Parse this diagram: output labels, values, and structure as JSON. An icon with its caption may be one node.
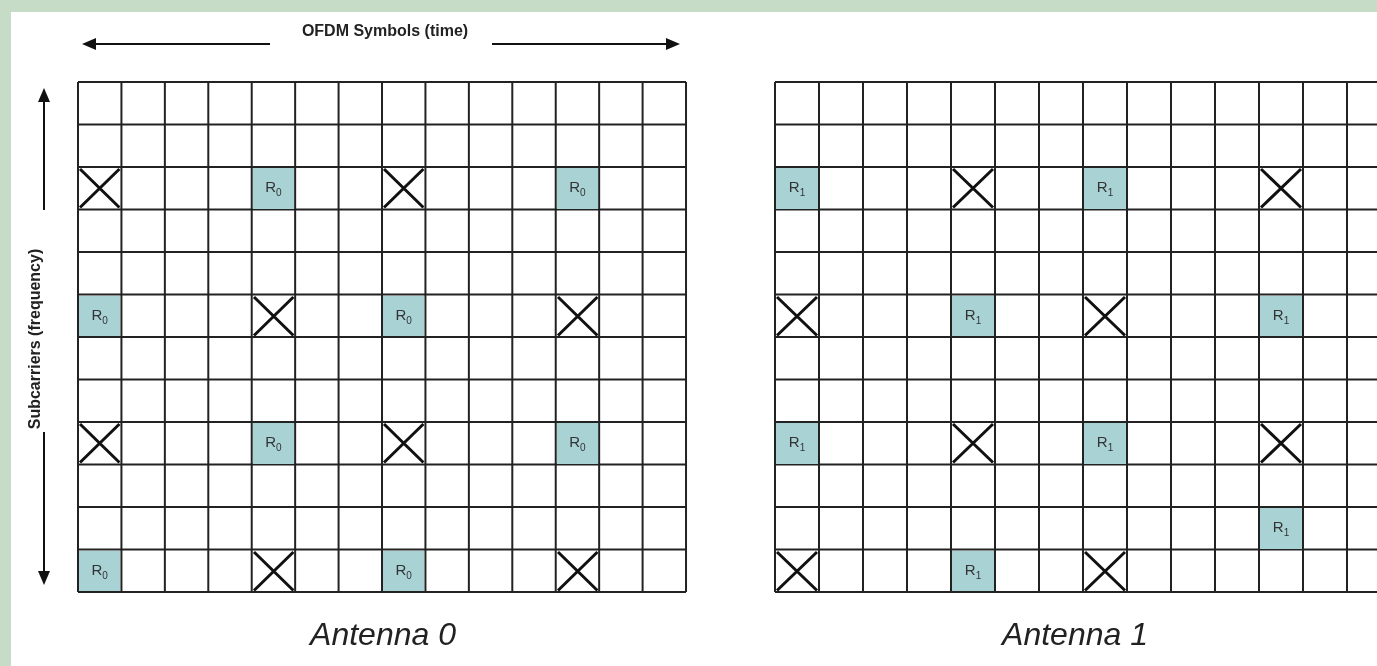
{
  "diagram": {
    "labels": [
      "OFDM Symbols (time)",
      "Subcarriers (frequency)",
      "R$_{0}$",
      "R$_{0}$",
      "R$_{0}$",
      "R$_{0}$",
      "R$_{0}$",
      "R$_{0}$",
      "R$_{0}$",
      "R$_{0}$",
      "R$_{1}$",
      "R$_{1}$",
      "R$_{1}$",
      "R$_{1}$",
      "R$_{1}$",
      "R$_{1}$",
      "R$_{1}$",
      "R$_{1}$",
      "Antenna 0",
      "Antenna 1"
    ]
  }
}
